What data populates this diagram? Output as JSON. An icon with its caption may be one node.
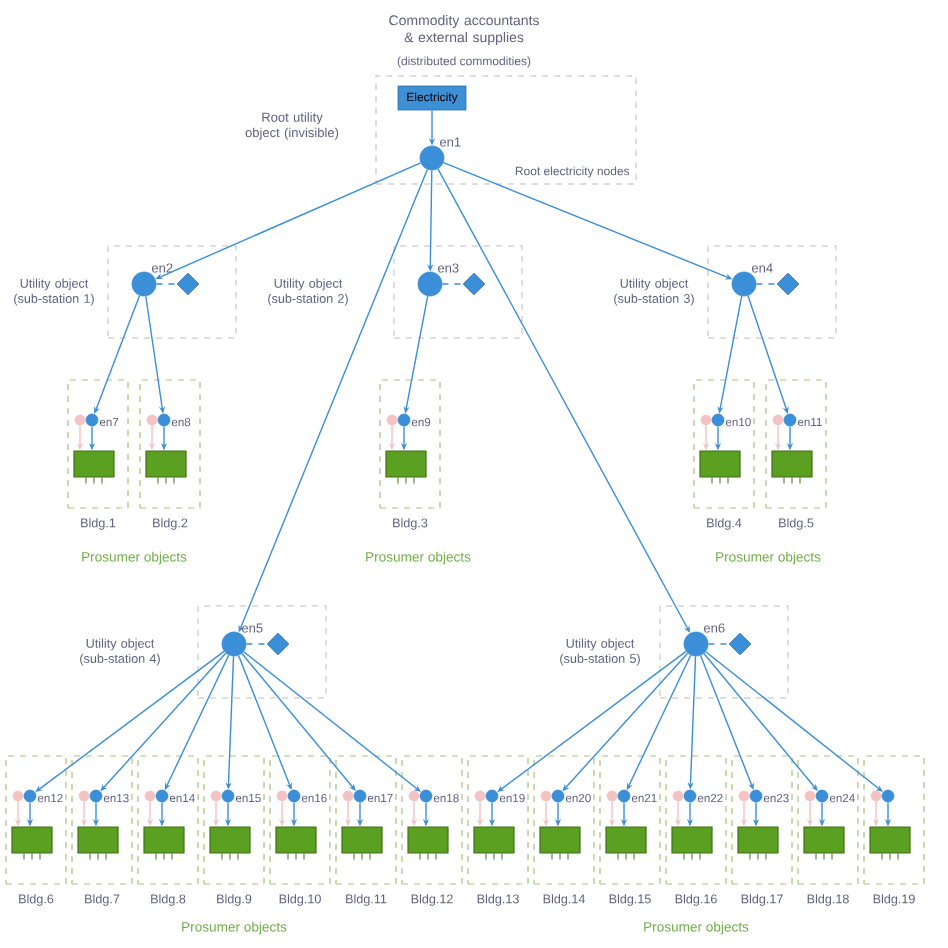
{
  "diagram": {
    "title": "Commodity accountants & external supplies",
    "nodes": [
      {
        "text": [
          "Root electricity nodes"
        ]
      },
      {
        "text": [
          "Electricity"
        ],
        "in": 0
      },
      {
        "text": [],
        "shape": "circle",
        "in": 0,
        "beside": [
          "en1"
        ]
      },
      {
        "text": [],
        "shape": "box",
        "beside": [
          "Utility object (sub-station 1)"
        ]
      },
      {
        "text": [],
        "shape": "circle",
        "in": 3,
        "beside": [
          "en2"
        ]
      },
      {
        "text": [],
        "shape": "diamond",
        "in": 3
      },
      {
        "text": [],
        "shape": "box",
        "beside": [
          "Utility object (sub-station 2)"
        ]
      },
      {
        "text": [],
        "shape": "circle",
        "in": 6,
        "beside": [
          "en3"
        ]
      },
      {
        "text": [],
        "shape": "diamond",
        "in": 6
      },
      {
        "text": [],
        "shape": "box",
        "beside": [
          "Utility object (sub-station 3)"
        ]
      },
      {
        "text": [],
        "shape": "circle",
        "in": 9,
        "beside": [
          "en4"
        ]
      },
      {
        "text": [],
        "shape": "diamond",
        "in": 9
      },
      {
        "text": [],
        "shape": "box",
        "beside": [
          "Utility object (sub-station 4)"
        ]
      },
      {
        "text": [],
        "shape": "circle",
        "in": 12,
        "beside": [
          "en5"
        ]
      },
      {
        "text": [],
        "shape": "diamond",
        "in": 12
      },
      {
        "text": [],
        "shape": "box",
        "beside": [
          "Utility object (sub-station 5)"
        ]
      },
      {
        "text": [],
        "shape": "circle",
        "in": 15,
        "beside": [
          "en6"
        ]
      },
      {
        "text": [],
        "shape": "diamond",
        "in": 15
      },
      {
        "text": [],
        "shape": "box",
        "beside": [
          "Bldg.1"
        ]
      },
      {
        "text": [],
        "shape": "circle",
        "in": 18
      },
      {
        "text": [],
        "shape": "circle",
        "in": 18,
        "beside": [
          "en7"
        ]
      },
      {
        "text": [],
        "shape": "box",
        "in": 18
      },
      {
        "text": [],
        "shape": "box",
        "beside": [
          "Bldg.2"
        ]
      },
      {
        "text": [],
        "shape": "circle",
        "in": 22
      },
      {
        "text": [],
        "shape": "circle",
        "in": 22,
        "beside": [
          "en8"
        ]
      },
      {
        "text": [],
        "shape": "box",
        "in": 22
      },
      {
        "text": [],
        "shape": "box",
        "beside": [
          "Bldg.3"
        ]
      },
      {
        "text": [],
        "shape": "circle",
        "in": 26
      },
      {
        "text": [],
        "shape": "circle",
        "in": 26,
        "beside": [
          "en9"
        ]
      },
      {
        "text": [],
        "shape": "box",
        "in": 26
      },
      {
        "text": [],
        "shape": "box",
        "beside": [
          "Bldg.4"
        ]
      },
      {
        "text": [],
        "shape": "circle",
        "in": 30
      },
      {
        "text": [],
        "shape": "circle",
        "in": 30,
        "beside": [
          "en10"
        ]
      },
      {
        "text": [],
        "shape": "box",
        "in": 30
      },
      {
        "text": [],
        "shape": "box",
        "beside": [
          "Bldg.5"
        ]
      },
      {
        "text": [],
        "shape": "circle",
        "in": 34
      },
      {
        "text": [],
        "shape": "circle",
        "in": 34,
        "beside": [
          "en11"
        ]
      },
      {
        "text": [],
        "shape": "box",
        "in": 34
      },
      {
        "text": [],
        "shape": "box",
        "beside": [
          "Bldg.6"
        ]
      },
      {
        "text": [],
        "shape": "circle",
        "in": 38
      },
      {
        "text": [],
        "shape": "circle",
        "in": 38,
        "beside": [
          "en12"
        ]
      },
      {
        "text": [],
        "shape": "box",
        "in": 38
      },
      {
        "text": [],
        "shape": "box",
        "beside": [
          "Bldg.7"
        ]
      },
      {
        "text": [],
        "shape": "circle",
        "in": 42
      },
      {
        "text": [],
        "shape": "circle",
        "in": 42,
        "beside": [
          "en13"
        ]
      },
      {
        "text": [],
        "shape": "box",
        "in": 42
      },
      {
        "text": [],
        "shape": "box",
        "beside": [
          "Bldg.8"
        ]
      },
      {
        "text": [],
        "shape": "circle",
        "in": 46
      },
      {
        "text": [],
        "shape": "circle",
        "in": 46,
        "beside": [
          "en14"
        ]
      },
      {
        "text": [],
        "shape": "box",
        "in": 46
      },
      {
        "text": [],
        "shape": "box",
        "beside": [
          "Bldg.9"
        ]
      },
      {
        "text": [],
        "shape": "circle",
        "in": 50
      },
      {
        "text": [],
        "shape": "circle",
        "in": 50,
        "beside": [
          "en15"
        ]
      },
      {
        "text": [],
        "shape": "box",
        "in": 50
      },
      {
        "text": [],
        "shape": "box",
        "beside": [
          "Bldg.10"
        ]
      },
      {
        "text": [],
        "shape": "circle",
        "in": 54
      },
      {
        "text": [],
        "shape": "circle",
        "in": 54,
        "beside": [
          "en16"
        ]
      },
      {
        "text": [],
        "shape": "box",
        "in": 54
      },
      {
        "text": [],
        "shape": "box",
        "beside": [
          "Bldg.11"
        ]
      },
      {
        "text": [],
        "shape": "circle",
        "in": 58
      },
      {
        "text": [],
        "shape": "circle",
        "in": 58,
        "beside": [
          "en17"
        ]
      },
      {
        "text": [],
        "shape": "box",
        "in": 58
      },
      {
        "text": [],
        "shape": "box",
        "beside": [
          "Bldg.12"
        ]
      },
      {
        "text": [],
        "shape": "circle",
        "in": 62
      },
      {
        "text": [],
        "shape": "circle",
        "in": 62,
        "beside": [
          "en18"
        ]
      },
      {
        "text": [],
        "shape": "box",
        "in": 62
      },
      {
        "text": [],
        "shape": "box",
        "beside": [
          "Bldg.13"
        ]
      },
      {
        "text": [],
        "shape": "circle",
        "in": 66
      },
      {
        "text": [],
        "shape": "circle",
        "in": 66,
        "beside": [
          "en19"
        ]
      },
      {
        "text": [],
        "shape": "box",
        "in": 66
      },
      {
        "text": [],
        "shape": "box",
        "beside": [
          "Bldg.14"
        ]
      },
      {
        "text": [],
        "shape": "circle",
        "in": 70
      },
      {
        "text": [],
        "shape": "circle",
        "in": 70,
        "beside": [
          "en20"
        ]
      },
      {
        "text": [],
        "shape": "box",
        "in": 70
      },
      {
        "text": [],
        "shape": "box",
        "beside": [
          "Bldg.15"
        ]
      },
      {
        "text": [],
        "shape": "circle",
        "in": 74
      },
      {
        "text": [],
        "shape": "circle",
        "in": 74,
        "beside": [
          "en21"
        ]
      },
      {
        "text": [],
        "shape": "box",
        "in": 74
      },
      {
        "text": [],
        "shape": "box",
        "beside": [
          "Bldg.16"
        ]
      },
      {
        "text": [],
        "shape": "circle",
        "in": 78
      },
      {
        "text": [],
        "shape": "circle",
        "in": 78,
        "beside": [
          "en22"
        ]
      },
      {
        "text": [],
        "shape": "box",
        "in": 78
      },
      {
        "text": [],
        "shape": "box",
        "beside": [
          "Bldg.17"
        ]
      },
      {
        "text": [],
        "shape": "circle",
        "in": 82
      },
      {
        "text": [],
        "shape": "circle",
        "in": 82,
        "beside": [
          "en23"
        ]
      },
      {
        "text": [],
        "shape": "box",
        "in": 82
      },
      {
        "text": [],
        "shape": "box",
        "beside": [
          "Bldg.18"
        ]
      },
      {
        "text": [],
        "shape": "circle",
        "in": 86
      },
      {
        "text": [],
        "shape": "circle",
        "in": 86,
        "beside": [
          "en24"
        ]
      },
      {
        "text": [],
        "shape": "box",
        "in": 86
      },
      {
        "text": [],
        "shape": "box",
        "beside": [
          "Bldg.19"
        ]
      },
      {
        "text": [],
        "shape": "circle",
        "in": 90
      },
      {
        "text": [],
        "shape": "circle",
        "in": 90
      },
      {
        "text": [],
        "shape": "box",
        "in": 90
      }
    ],
    "edges": [
      {
        "from": 1,
        "to": 2,
        "arrow": "to"
      },
      {
        "from": 2,
        "to": 4,
        "arrow": "to"
      },
      {
        "from": 2,
        "to": 7,
        "arrow": "to"
      },
      {
        "from": 2,
        "to": 10,
        "arrow": "to"
      },
      {
        "from": 2,
        "to": 13,
        "arrow": "to"
      },
      {
        "from": 2,
        "to": 16,
        "arrow": "to"
      },
      {
        "from": 4,
        "to": 5,
        "arrow": "none",
        "style": "dashed"
      },
      {
        "from": 7,
        "to": 8,
        "arrow": "none",
        "style": "dashed"
      },
      {
        "from": 10,
        "to": 11,
        "arrow": "none",
        "style": "dashed"
      },
      {
        "from": 13,
        "to": 14,
        "arrow": "none",
        "style": "dashed"
      },
      {
        "from": 16,
        "to": 17,
        "arrow": "none",
        "style": "dashed"
      },
      {
        "from": 4,
        "to": 20,
        "arrow": "to"
      },
      {
        "from": 20,
        "to": 21,
        "arrow": "to"
      },
      {
        "from": 19,
        "to": 21,
        "arrow": "to",
        "color": "#f4c2c2"
      },
      {
        "from": 4,
        "to": 24,
        "arrow": "to"
      },
      {
        "from": 24,
        "to": 25,
        "arrow": "to"
      },
      {
        "from": 23,
        "to": 25,
        "arrow": "to",
        "color": "#f4c2c2"
      },
      {
        "from": 7,
        "to": 28,
        "arrow": "to"
      },
      {
        "from": 28,
        "to": 29,
        "arrow": "to"
      },
      {
        "from": 27,
        "to": 29,
        "arrow": "to",
        "color": "#f4c2c2"
      },
      {
        "from": 10,
        "to": 32,
        "arrow": "to"
      },
      {
        "from": 32,
        "to": 33,
        "arrow": "to"
      },
      {
        "from": 31,
        "to": 33,
        "arrow": "to",
        "color": "#f4c2c2"
      },
      {
        "from": 10,
        "to": 36,
        "arrow": "to"
      },
      {
        "from": 36,
        "to": 37,
        "arrow": "to"
      },
      {
        "from": 35,
        "to": 37,
        "arrow": "to",
        "color": "#f4c2c2"
      },
      {
        "from": 13,
        "to": 40,
        "arrow": "to"
      },
      {
        "from": 40,
        "to": 41,
        "arrow": "to"
      },
      {
        "from": 39,
        "to": 41,
        "arrow": "to",
        "color": "#f4c2c2"
      },
      {
        "from": 13,
        "to": 44,
        "arrow": "to"
      },
      {
        "from": 44,
        "to": 45,
        "arrow": "to"
      },
      {
        "from": 43,
        "to": 45,
        "arrow": "to",
        "color": "#f4c2c2"
      },
      {
        "from": 13,
        "to": 48,
        "arrow": "to"
      },
      {
        "from": 48,
        "to": 49,
        "arrow": "to"
      },
      {
        "from": 47,
        "to": 49,
        "arrow": "to",
        "color": "#f4c2c2"
      },
      {
        "from": 13,
        "to": 52,
        "arrow": "to"
      },
      {
        "from": 52,
        "to": 53,
        "arrow": "to"
      },
      {
        "from": 51,
        "to": 53,
        "arrow": "to",
        "color": "#f4c2c2"
      },
      {
        "from": 13,
        "to": 56,
        "arrow": "to"
      },
      {
        "from": 56,
        "to": 57,
        "arrow": "to"
      },
      {
        "from": 55,
        "to": 57,
        "arrow": "to",
        "color": "#f4c2c2"
      },
      {
        "from": 13,
        "to": 60,
        "arrow": "to"
      },
      {
        "from": 60,
        "to": 61,
        "arrow": "to"
      },
      {
        "from": 59,
        "to": 61,
        "arrow": "to",
        "color": "#f4c2c2"
      },
      {
        "from": 13,
        "to": 64,
        "arrow": "to"
      },
      {
        "from": 64,
        "to": 65,
        "arrow": "to"
      },
      {
        "from": 63,
        "to": 65,
        "arrow": "to",
        "color": "#f4c2c2"
      },
      {
        "from": 16,
        "to": 68,
        "arrow": "to"
      },
      {
        "from": 68,
        "to": 69,
        "arrow": "to"
      },
      {
        "from": 67,
        "to": 69,
        "arrow": "to",
        "color": "#f4c2c2"
      },
      {
        "from": 16,
        "to": 72,
        "arrow": "to"
      },
      {
        "from": 72,
        "to": 73,
        "arrow": "to"
      },
      {
        "from": 71,
        "to": 73,
        "arrow": "to",
        "color": "#f4c2c2"
      },
      {
        "from": 16,
        "to": 76,
        "arrow": "to"
      },
      {
        "from": 76,
        "to": 77,
        "arrow": "to"
      },
      {
        "from": 75,
        "to": 77,
        "arrow": "to",
        "color": "#f4c2c2"
      },
      {
        "from": 16,
        "to": 80,
        "arrow": "to"
      },
      {
        "from": 80,
        "to": 81,
        "arrow": "to"
      },
      {
        "from": 79,
        "to": 81,
        "arrow": "to",
        "color": "#f4c2c2"
      },
      {
        "from": 16,
        "to": 84,
        "arrow": "to"
      },
      {
        "from": 84,
        "to": 85,
        "arrow": "to"
      },
      {
        "from": 83,
        "to": 85,
        "arrow": "to",
        "color": "#f4c2c2"
      },
      {
        "from": 16,
        "to": 88,
        "arrow": "to"
      },
      {
        "from": 88,
        "to": 89,
        "arrow": "to"
      },
      {
        "from": 87,
        "to": 89,
        "arrow": "to",
        "color": "#f4c2c2"
      },
      {
        "from": 16,
        "to": 92,
        "arrow": "to"
      },
      {
        "from": 92,
        "to": 93,
        "arrow": "to"
      },
      {
        "from": 91,
        "to": 93,
        "arrow": "to",
        "color": "#f4c2c2"
      }
    ],
    "labels": [
      "(distributed commodities)",
      "Root utility object (invisible)",
      "Prosumer objects",
      "Prosumer objects",
      "Prosumer objects",
      "Prosumer objects",
      "Prosumer objects"
    ]
  }
}
